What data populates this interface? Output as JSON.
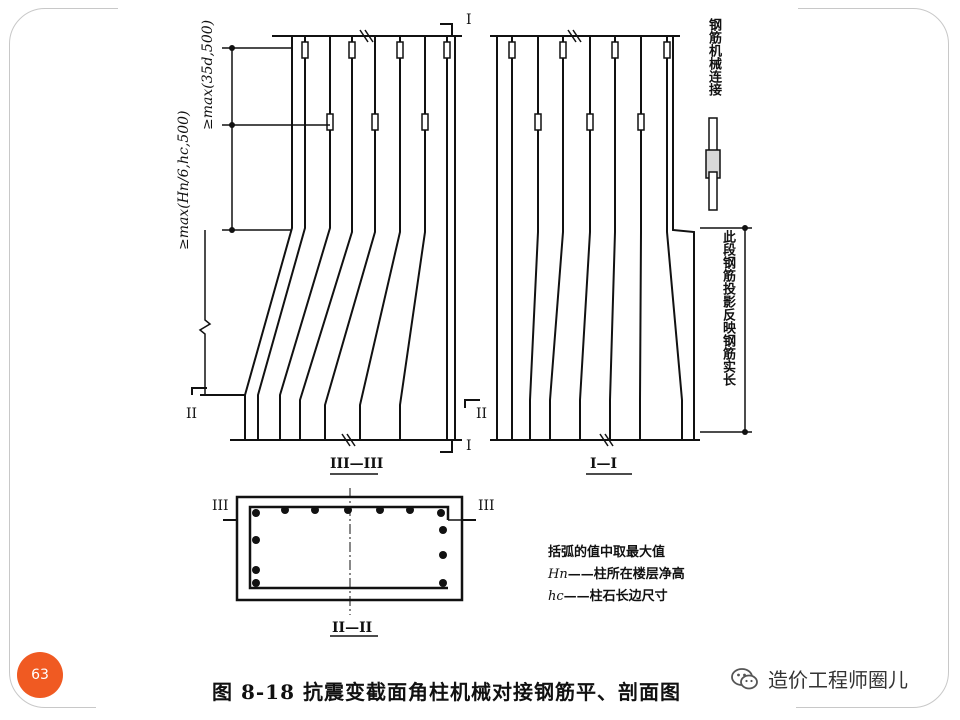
{
  "figure": {
    "caption": "图 8-18   抗震变截面角柱机械对接钢筋平、剖面图"
  },
  "page_number": "63",
  "watermark": {
    "text": "造价工程师圈儿",
    "icon": "wechat-icon"
  },
  "section_labels": {
    "section_i": "I",
    "section_ii": "II",
    "section_iii": "III",
    "section_iii_title": "III—III",
    "section_i_title": "I—I",
    "section_ii_title": "II—II"
  },
  "dimensions": {
    "upper": "≥max(35d,500)",
    "lower": "≥max(Hn/6,hc,500)"
  },
  "side_notes": {
    "mechanical_joint": "钢筋机械连接",
    "projection_note": "此段钢筋投影反映钢筋实长"
  },
  "legend": {
    "title": "括弧的值中取最大值",
    "hn_symbol": "Hn",
    "hn_text": "——柱所在楼层净高",
    "hc_symbol": "hc",
    "hc_text": "——柱石长边尺寸"
  },
  "colors": {
    "badge": "#f05a22",
    "line": "#111111",
    "frame": "#c8c8c8"
  }
}
